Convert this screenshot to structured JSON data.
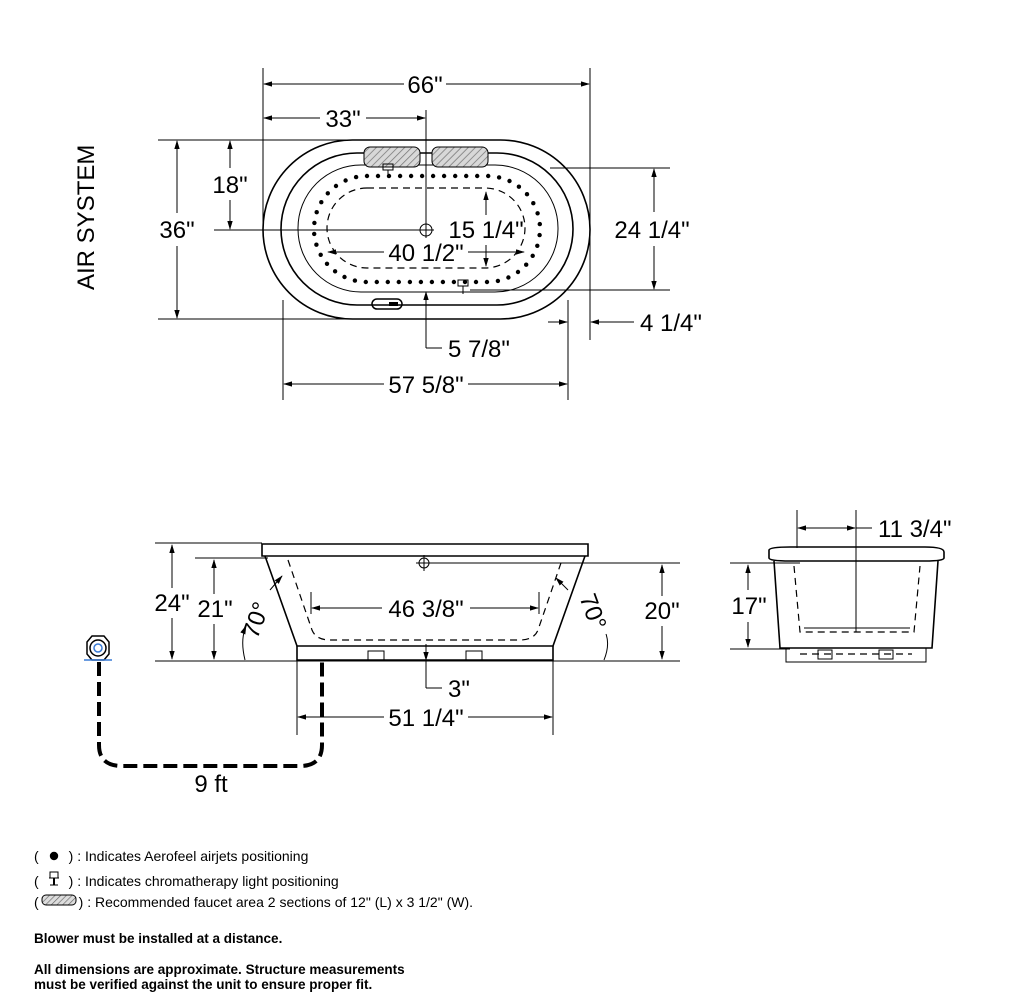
{
  "top_view": {
    "side_label": "AIR SYSTEM",
    "dims": {
      "overall_length": "66\"",
      "half_length": "33\"",
      "overall_width": "36\"",
      "half_width": "18\"",
      "inner_width": "24 1/4\"",
      "inner_half_width": "15 1/4\"",
      "inner_length": "40 1/2\"",
      "offset_bottom": "5 7/8\"",
      "offset_right": "4 1/4\"",
      "interior_length": "57 5/8\""
    }
  },
  "side_view": {
    "dims": {
      "height": "24\"",
      "rim_height": "21\"",
      "right_height": "20\"",
      "angle_left": "70°",
      "angle_right": "70°",
      "floor_length": "46 3/8\"",
      "drain_offset": "3\"",
      "base_length": "51 1/4\"",
      "hose_length": "9 ft"
    }
  },
  "end_view": {
    "dims": {
      "half_depth": "11 3/4\"",
      "height": "17\""
    }
  },
  "legend": [
    {
      "icon": "airjet-dot-icon",
      "text": ") : Indicates Aerofeel airjets positioning"
    },
    {
      "icon": "chromatherapy-light-icon",
      "text": ") : Indicates chromatherapy light positioning"
    },
    {
      "icon": "faucet-area-icon",
      "text": ") : Recommended faucet area 2 sections of 12\" (L) x 3 1/2\" (W)."
    }
  ],
  "notes": {
    "blower": "Blower must be installed at a distance.",
    "approx_line1": "All dimensions are approximate. Structure measurements",
    "approx_line2": "must be verified against the unit to ensure proper fit."
  }
}
